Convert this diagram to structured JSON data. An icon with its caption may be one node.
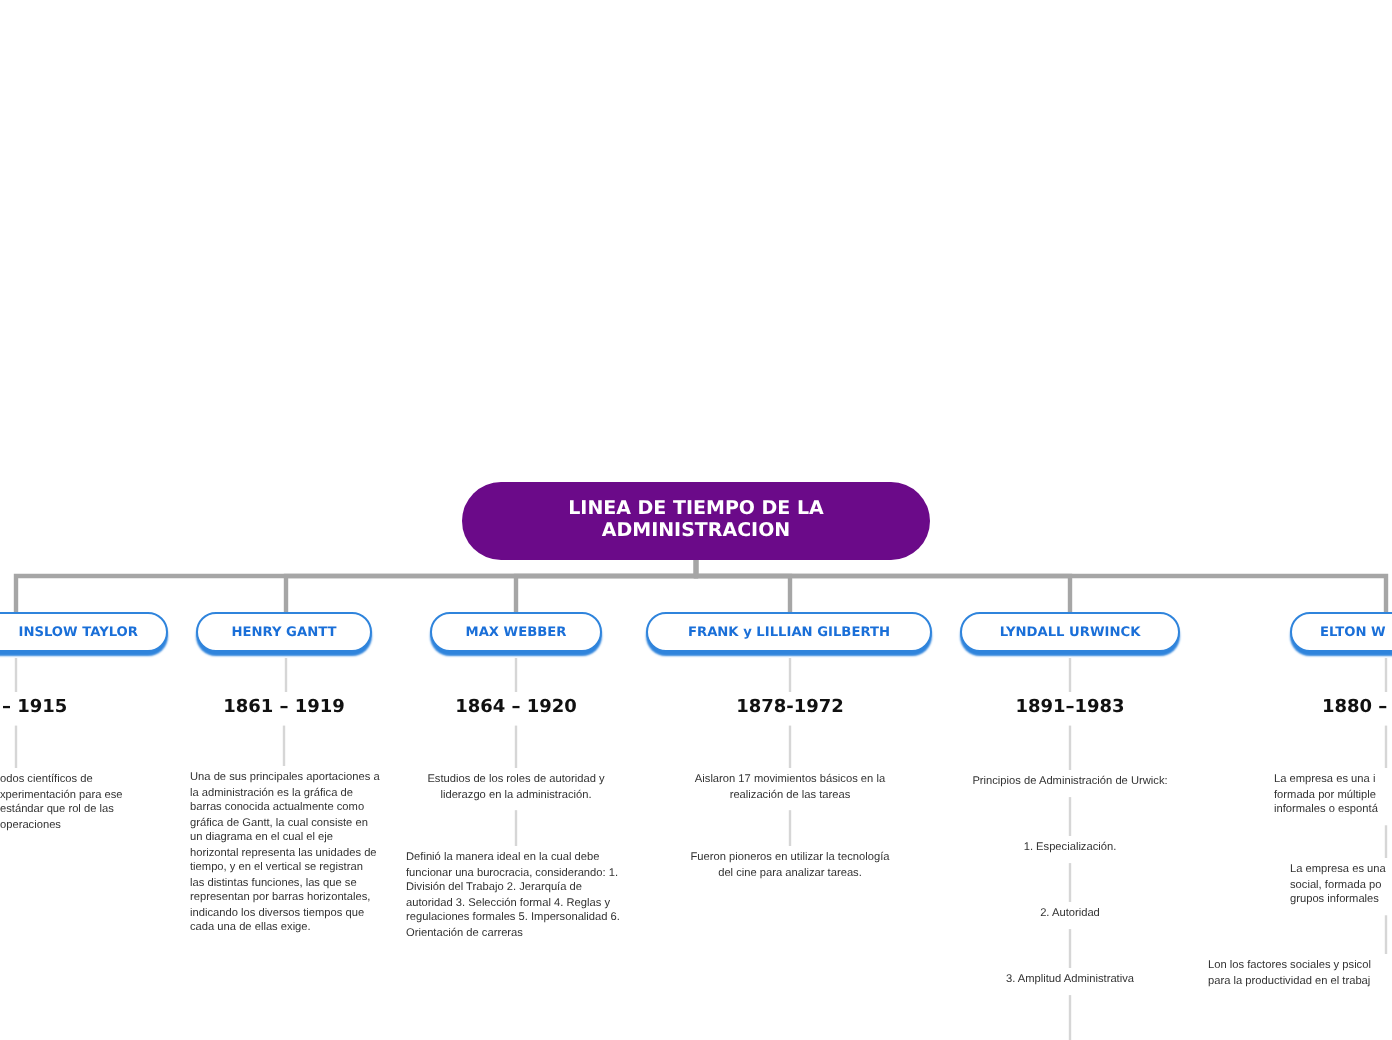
{
  "diagram": {
    "nodes": [
      {
        "text": [
          "LINEA DE TIEMPO DE LA ADMINISTRACION"
        ]
      },
      {
        "text": [
          "INSLOW TAYLOR"
        ]
      },
      {
        "text": [
          "HENRY GANTT"
        ]
      },
      {
        "text": [
          "MAX WEBBER"
        ]
      },
      {
        "text": [
          "FRANK y LILLIAN GILBERTH"
        ]
      },
      {
        "text": [
          "LYNDALL URWINCK"
        ]
      },
      {
        "text": [
          "ELTON W"
        ]
      },
      {
        "text": [
          "– 1915"
        ]
      },
      {
        "text": [
          "odos científicos de xperimentación para ese estándar que rol de las operaciones"
        ]
      },
      {
        "text": [
          "1861 – 1919"
        ]
      },
      {
        "text": [
          "Una de sus principales aportaciones a la administración es la gráfica de barras conocida actualmente como gráfica de Gantt, la cual consiste en un diagrama en el cual el eje horizontal representa las unidades de tiempo, y en el vertical se registran las distintas funciones, las que se representan por barras horizontales, indicando los diversos tiempos que cada una de ellas exige."
        ]
      },
      {
        "text": [
          "1864 – 1920"
        ]
      },
      {
        "text": [
          "Estudios de los roles de autoridad y liderazgo en la administración."
        ]
      },
      {
        "text": [
          "Definió la manera ideal en la cual debe funcionar una burocracia, considerando: 1. División del Trabajo 2. Jerarquía de autoridad 3. Selección formal 4. Reglas y regulaciones formales 5. Impersonalidad 6. Orientación de carreras"
        ]
      },
      {
        "text": [
          "1878-1972"
        ]
      },
      {
        "text": [
          "Aislaron 17 movimientos básicos en la realización de las tareas"
        ]
      },
      {
        "text": [
          "Fueron pioneros en utilizar la tecnología del cine para analizar tareas."
        ]
      },
      {
        "text": [
          "1891–1983"
        ]
      },
      {
        "text": [
          "Principios de Administración de Urwick:"
        ]
      },
      {
        "text": [
          "1. Especialización."
        ]
      },
      {
        "text": [
          "2. Autoridad"
        ]
      },
      {
        "text": [
          "3. Amplitud Administrativa"
        ]
      },
      {
        "text": [
          "1880 –"
        ]
      },
      {
        "text": [
          "La empresa es una i formada por múltiple informales o espontá"
        ]
      },
      {
        "text": [
          "La empresa es una social, formada po grupos informales"
        ]
      },
      {
        "text": [
          "Lon los factores sociales y psicol para la productividad en el trabaj"
        ]
      }
    ],
    "edges": [
      {
        "from": 0,
        "to": 1,
        "arrow": "none",
        "color": "#a6a6a6"
      },
      {
        "from": 0,
        "to": 2,
        "arrow": "none",
        "color": "#a6a6a6"
      },
      {
        "from": 0,
        "to": 3,
        "arrow": "none",
        "color": "#a6a6a6"
      },
      {
        "from": 0,
        "to": 4,
        "arrow": "none",
        "color": "#a6a6a6"
      },
      {
        "from": 0,
        "to": 5,
        "arrow": "none",
        "color": "#a6a6a6"
      },
      {
        "from": 0,
        "to": 6,
        "arrow": "none",
        "color": "#a6a6a6"
      },
      {
        "from": 1,
        "to": 7,
        "arrow": "none"
      },
      {
        "from": 7,
        "to": 8,
        "arrow": "none"
      },
      {
        "from": 2,
        "to": 9,
        "arrow": "none"
      },
      {
        "from": 9,
        "to": 10,
        "arrow": "none"
      },
      {
        "from": 3,
        "to": 11,
        "arrow": "none"
      },
      {
        "from": 11,
        "to": 12,
        "arrow": "none"
      },
      {
        "from": 12,
        "to": 13,
        "arrow": "none"
      },
      {
        "from": 4,
        "to": 14,
        "arrow": "none"
      },
      {
        "from": 14,
        "to": 15,
        "arrow": "none"
      },
      {
        "from": 15,
        "to": 16,
        "arrow": "none"
      },
      {
        "from": 5,
        "to": 17,
        "arrow": "none"
      },
      {
        "from": 17,
        "to": 18,
        "arrow": "none"
      },
      {
        "from": 18,
        "to": 19,
        "arrow": "none"
      },
      {
        "from": 19,
        "to": 20,
        "arrow": "none"
      },
      {
        "from": 20,
        "to": 21,
        "arrow": "none"
      },
      {
        "from": 21,
        "to": null,
        "arrow": "none"
      },
      {
        "from": 6,
        "to": 22,
        "arrow": "none"
      },
      {
        "from": 22,
        "to": 23,
        "arrow": "none"
      },
      {
        "from": 23,
        "to": 24,
        "arrow": "none"
      },
      {
        "from": 24,
        "to": 25,
        "arrow": "none"
      }
    ]
  }
}
